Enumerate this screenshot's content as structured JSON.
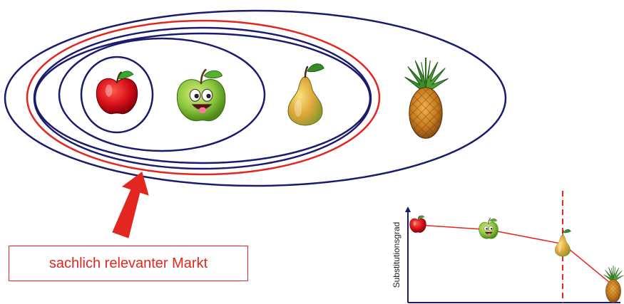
{
  "diagram": {
    "market_label": "sachlich relevanter Markt",
    "chart_ylabel": "Substitutionsgrad",
    "colors": {
      "circle_stroke": "#1a1a6e",
      "market_stroke": "#e3261f",
      "arrow": "#e3261f",
      "chart_line": "#e3261f",
      "axis": "#1a1a6e"
    },
    "fruits": [
      "red-apple",
      "green-apple",
      "pear",
      "pineapple"
    ]
  },
  "chart_data": {
    "type": "line",
    "categories": [
      "red-apple",
      "green-apple",
      "pear",
      "pineapple"
    ],
    "values": [
      0.82,
      0.77,
      0.62,
      0.18
    ],
    "ylabel": "Substitutionsgrad",
    "xlabel": "",
    "ylim": [
      0,
      1
    ],
    "threshold_after_index": 2
  }
}
